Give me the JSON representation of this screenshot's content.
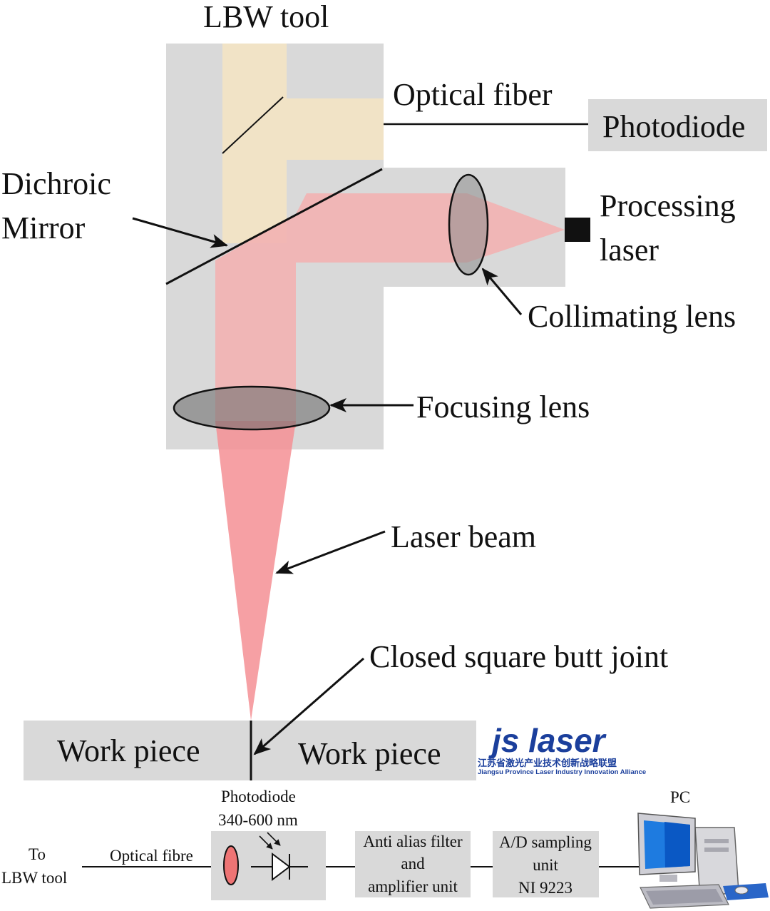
{
  "diagram": {
    "labels": {
      "lbw_tool": "LBW tool",
      "optical_fiber": "Optical fiber",
      "photodiode": "Photodiode",
      "dichroic_line1": "Dichroic",
      "dichroic_line2": "Mirror",
      "processing_line1": "Processing",
      "processing_line2": "laser",
      "collimating_lens": "Collimating lens",
      "focusing_lens": "Focusing lens",
      "laser_beam": "Laser beam",
      "closed_butt_joint": "Closed square butt joint",
      "work_piece_left": "Work piece",
      "work_piece_right": "Work piece"
    },
    "colors": {
      "housing": "#d9d9d9",
      "fiber_path": "#f1e3c6",
      "beam": "#f4a8a8",
      "lens": "#8c8c8c"
    }
  },
  "logo": {
    "name": "js laser",
    "chinese": "江苏省激光产业技术创新战略联盟",
    "english": "Jiangsu Province Laser Industry Innovation Alliance"
  },
  "pipeline": {
    "to_line1": "To",
    "to_line2": "LBW tool",
    "optical_fibre": "Optical fibre",
    "photodiode_title": "Photodiode",
    "photodiode_range": "340-600 nm",
    "filter_line1": "Anti alias filter",
    "filter_line2": "and",
    "filter_line3": "amplifier unit",
    "ad_line1": "A/D sampling",
    "ad_line2": "unit",
    "ad_line3": "NI 9223",
    "pc": "PC"
  }
}
